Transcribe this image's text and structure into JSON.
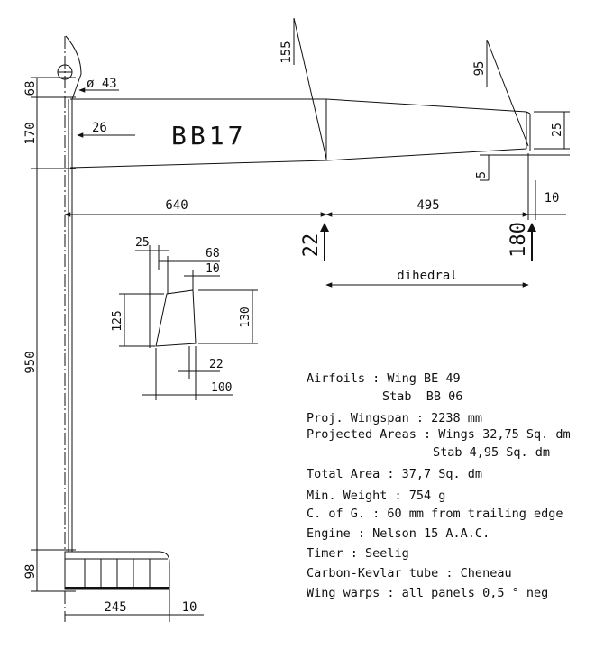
{
  "model_name": "BB17",
  "dimensions": {
    "pylon_hole": "ø 43",
    "pylon_height": "68",
    "wing_chord": "170",
    "wing_le_offset": "26",
    "tip_sweep": "155",
    "outer_sweep": "95",
    "tip_chord": "25",
    "tip_offset": "5",
    "inner_panel": "640",
    "outer_panel": "495",
    "tip_end": "10",
    "inner_dihedral": "22",
    "outer_dihedral": "180",
    "dihedral_label": "dihedral",
    "fin_25": "25",
    "fin_68": "68",
    "fin_10": "10",
    "fin_125": "125",
    "fin_130": "130",
    "fin_22": "22",
    "fin_100": "100",
    "fuselage_length": "950",
    "stab_chord": "98",
    "stab_span": "245",
    "stab_end": "10"
  },
  "specs": [
    "Airfoils : Wing  BE 49",
    "Stab  BB 06",
    "Proj. Wingspan : 2238 mm",
    "Projected Areas : Wings 32,75 Sq. dm",
    "Stab 4,95 Sq. dm",
    "Total Area : 37,7 Sq. dm",
    "Min. Weight : 754 g",
    "C. of G. : 60 mm from trailing edge",
    "Engine : Nelson 15 A.A.C.",
    "Timer : Seelig",
    "Carbon-Kevlar tube : Cheneau",
    "Wing warps : all panels 0,5 ° neg"
  ]
}
